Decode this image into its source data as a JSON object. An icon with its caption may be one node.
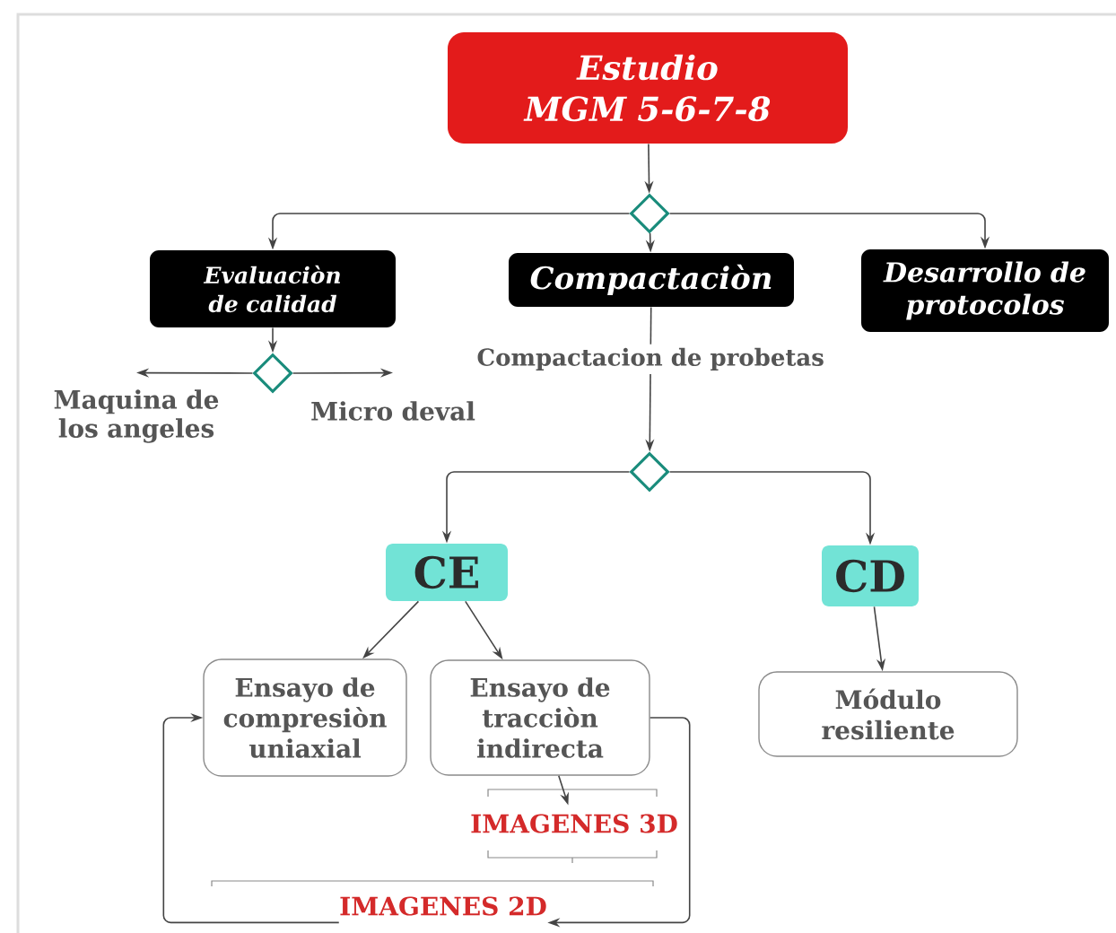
{
  "diagram": {
    "nodes": [
      {
        "text": [
          "Estudio MGM 5-6-7-8"
        ]
      },
      {
        "text": [],
        "shape": "diamond"
      },
      {
        "text": [
          "Evaluaciòn de calidad"
        ]
      },
      {
        "text": [
          "Compactaciòn"
        ]
      },
      {
        "text": [
          "Desarrollo de protocolos"
        ]
      },
      {
        "text": [],
        "shape": "diamond"
      },
      {
        "text": [
          "Maquina de los angeles"
        ]
      },
      {
        "text": [
          "Micro deval"
        ]
      },
      {
        "text": [],
        "shape": "diamond"
      },
      {
        "text": [
          "CE"
        ]
      },
      {
        "text": [
          "CD"
        ]
      },
      {
        "text": [
          "Ensayo de compresiòn uniaxial"
        ]
      },
      {
        "text": [
          "Ensayo de tracciòn indirecta"
        ]
      },
      {
        "text": [
          "Módulo resiliente"
        ]
      },
      {
        "text": [
          "IMAGENES 3D"
        ]
      },
      {
        "text": [
          "IMAGENES 2D"
        ]
      }
    ],
    "edges": [
      {
        "from": 0,
        "to": 1,
        "arrow": "to"
      },
      {
        "from": 1,
        "to": 2,
        "arrow": "to"
      },
      {
        "from": 1,
        "to": 3,
        "arrow": "to"
      },
      {
        "from": 1,
        "to": 4,
        "arrow": "to"
      },
      {
        "from": 2,
        "to": 5,
        "arrow": "to"
      },
      {
        "from": 5,
        "to": 6,
        "arrow": "to"
      },
      {
        "from": 5,
        "to": 7,
        "arrow": "to"
      },
      {
        "from": 3,
        "to": 8,
        "arrow": "to",
        "label": "Compactacion de probetas"
      },
      {
        "from": 8,
        "to": 9,
        "arrow": "to"
      },
      {
        "from": 8,
        "to": 10,
        "arrow": "to"
      },
      {
        "from": 9,
        "to": 11,
        "arrow": "to"
      },
      {
        "from": 9,
        "to": 12,
        "arrow": "to"
      },
      {
        "from": 10,
        "to": 13,
        "arrow": "to"
      },
      {
        "from": 12,
        "to": 14,
        "arrow": "to"
      },
      {
        "from": 12,
        "to": 15,
        "arrow": "to"
      },
      {
        "from": 15,
        "to": 11,
        "arrow": "to"
      }
    ]
  }
}
